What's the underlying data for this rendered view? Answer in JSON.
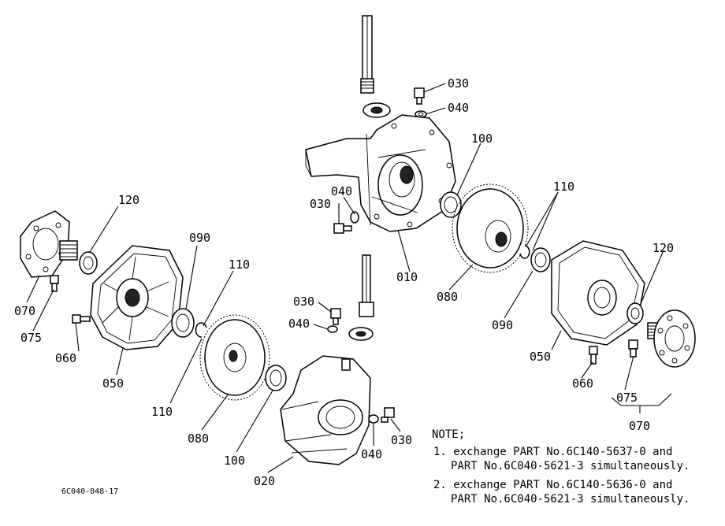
{
  "diagram": {
    "callouts": {
      "upper_030": "030",
      "upper_040": "040",
      "upper_left_040": "040",
      "upper_left_030": "030",
      "upper_010": "010",
      "upper_100": "100",
      "upper_110": "110",
      "upper_080": "080",
      "upper_090": "090",
      "upper_050": "050",
      "upper_060": "060",
      "upper_120": "120",
      "upper_075": "075",
      "upper_070": "070",
      "left_120": "120",
      "left_070": "070",
      "left_075": "075",
      "left_060": "060",
      "left_050": "050",
      "left_090": "090",
      "left_110_top": "110",
      "left_110_bottom": "110",
      "left_080": "080",
      "left_100": "100",
      "lower_030_top": "030",
      "lower_040_top": "040",
      "lower_020": "020",
      "lower_040_right": "040",
      "lower_030_right": "030"
    },
    "notes": {
      "heading": "NOTE;",
      "item1_line1": "1. exchange PART No.6C140-5637-0 and",
      "item1_line2": "PART No.6C040-5621-3 simultaneously.",
      "item2_line1": "2. exchange PART No.6C140-5636-0 and",
      "item2_line2": "PART No.6C040-5621-3 simultaneously."
    },
    "figure_code": "6C040-048-17"
  }
}
